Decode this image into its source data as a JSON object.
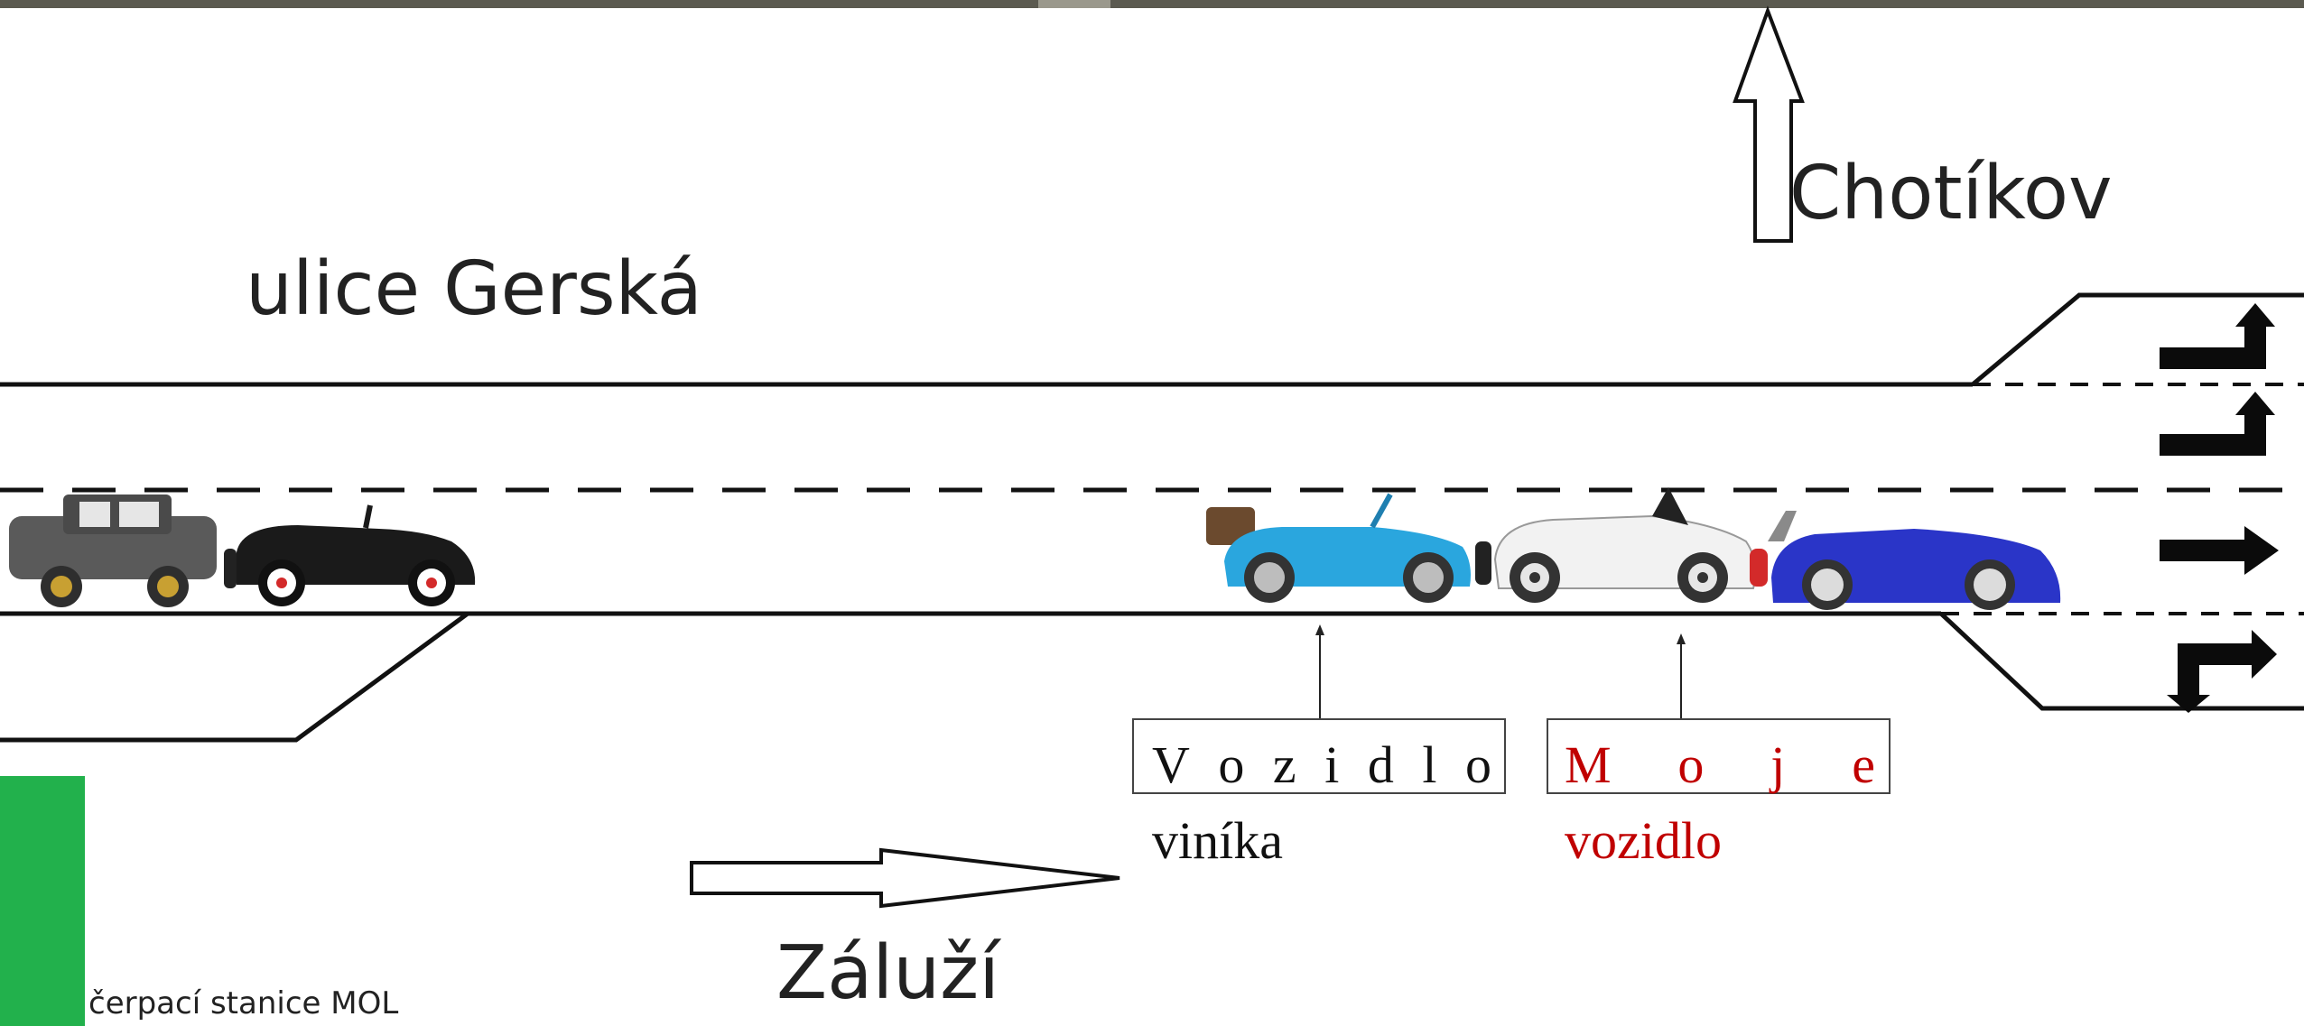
{
  "labels": {
    "street_name": "ulice Gerská",
    "destination_top": "Chotíkov",
    "destination_bottom": "Záluží",
    "gas_station": "čerpací stanice MOL",
    "culprit_vehicle_line1": "Vozidlo",
    "culprit_vehicle_line2": "viníka",
    "my_vehicle_line1": "Moje",
    "my_vehicle_line2": "vozidlo"
  },
  "vehicles": [
    {
      "name": "grey-jeep",
      "color": "#5a5a5a"
    },
    {
      "name": "black-convertible",
      "color": "#1a1a1a"
    },
    {
      "name": "culprit-blue-convertible",
      "color": "#2aa6de"
    },
    {
      "name": "my-white-convertible",
      "color": "#f2f2f2"
    },
    {
      "name": "blue-sports-car",
      "color": "#2a35c8"
    }
  ],
  "colors": {
    "my_vehicle_text": "#c00000",
    "gas_station_marker": "#22b14c",
    "road_lines": "#111111"
  },
  "icons": [
    "turn-left-arrow-icon",
    "turn-left-arrow-icon",
    "straight-arrow-icon",
    "turn-right-arrow-icon",
    "up-arrow-icon",
    "right-arrow-icon"
  ]
}
